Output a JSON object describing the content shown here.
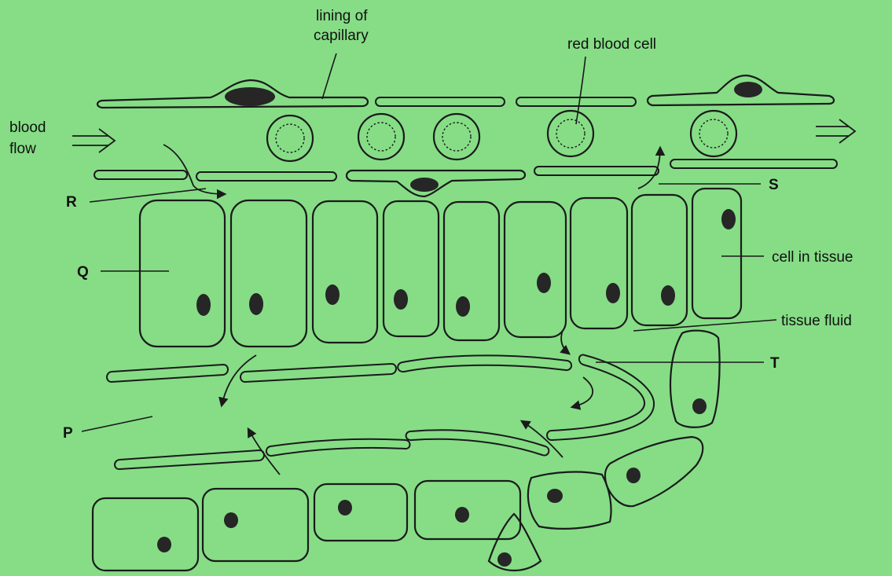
{
  "labels": {
    "lining_line1": "lining of",
    "lining_line2": "capillary",
    "red_blood_cell": "red blood cell",
    "blood_flow_line1": "blood",
    "blood_flow_line2": "flow",
    "R": "R",
    "S": "S",
    "Q": "Q",
    "cell_in_tissue": "cell in tissue",
    "tissue_fluid": "tissue fluid",
    "T": "T",
    "P": "P"
  },
  "colors": {
    "background": "#86dd86",
    "ink": "#1a1a1a",
    "nucleus": "#262626"
  },
  "flow_arrow_icon": "double-arrow-right-icon"
}
